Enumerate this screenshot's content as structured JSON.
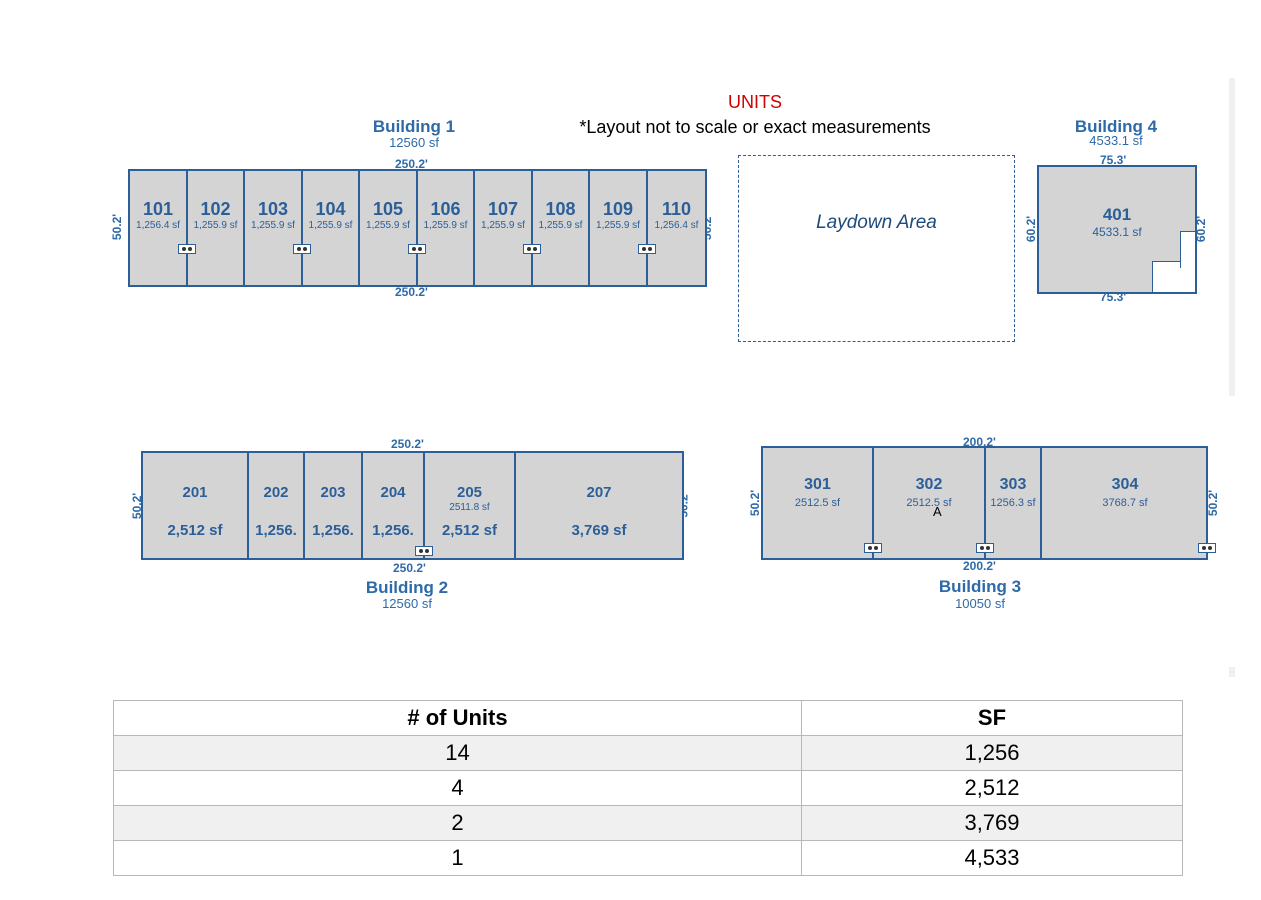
{
  "header": {
    "title": "UNITS",
    "subtitle": "*Layout not to scale or exact measurements"
  },
  "laydown": {
    "label": "Laydown Area"
  },
  "buildings": {
    "b1": {
      "name": "Building 1",
      "sf": "12560 sf",
      "dim_top": "250.2'",
      "dim_bottom": "250.2'",
      "dim_left": "50.2'",
      "dim_right": "50.2'",
      "units": [
        {
          "num": "101",
          "sf": "1,256.4 sf"
        },
        {
          "num": "102",
          "sf": "1,255.9 sf"
        },
        {
          "num": "103",
          "sf": "1,255.9 sf"
        },
        {
          "num": "104",
          "sf": "1,255.9 sf"
        },
        {
          "num": "105",
          "sf": "1,255.9 sf"
        },
        {
          "num": "106",
          "sf": "1,255.9 sf"
        },
        {
          "num": "107",
          "sf": "1,255.9 sf"
        },
        {
          "num": "108",
          "sf": "1,255.9 sf"
        },
        {
          "num": "109",
          "sf": "1,255.9 sf"
        },
        {
          "num": "110",
          "sf": "1,256.4 sf"
        }
      ]
    },
    "b4": {
      "name": "Building 4",
      "sf": "4533.1 sf",
      "dim_top": "75.3'",
      "dim_bottom": "75.3'",
      "dim_left": "60.2'",
      "dim_right": "60.2'",
      "units": [
        {
          "num": "401",
          "sf": "4533.1 sf"
        }
      ]
    },
    "b2": {
      "name": "Building 2",
      "sf": "12560 sf",
      "dim_top": "250.2'",
      "dim_bottom": "250.2'",
      "dim_left": "50.2'",
      "dim_right": "50.2",
      "units": [
        {
          "num": "201",
          "sf": "2,512 sf"
        },
        {
          "num": "202",
          "sf": "1,256."
        },
        {
          "num": "203",
          "sf": "1,256."
        },
        {
          "num": "204",
          "sf": "1,256."
        },
        {
          "num": "205",
          "sf_small": "2511.8 sf",
          "sf": "2,512 sf"
        },
        {
          "num": "207",
          "sf": "3,769 sf"
        }
      ]
    },
    "b3": {
      "name": "Building 3",
      "sf": "10050 sf",
      "dim_top": "200.2'",
      "dim_bottom": "200.2'",
      "dim_left": "50.2'",
      "dim_right": "50.2'",
      "units": [
        {
          "num": "301",
          "sf": "2512.5 sf"
        },
        {
          "num": "302",
          "sf": "2512.5 sf"
        },
        {
          "num": "303",
          "sf": "1256.3 sf"
        },
        {
          "num": "304",
          "sf": "3768.7 sf"
        }
      ],
      "marker": "A"
    }
  },
  "table": {
    "headers": [
      "# of Units",
      "SF"
    ],
    "rows": [
      [
        "14",
        "1,256"
      ],
      [
        "4",
        "2,512"
      ],
      [
        "2",
        "3,769"
      ],
      [
        "1",
        "4,533"
      ]
    ]
  }
}
